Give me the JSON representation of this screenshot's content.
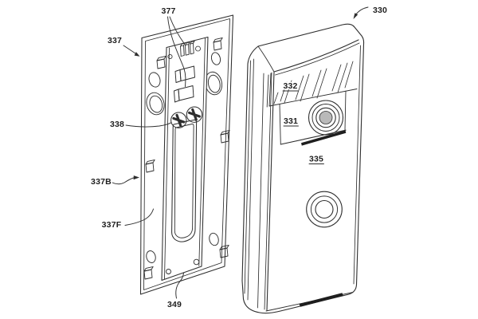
{
  "figure": {
    "background": "#ffffff",
    "ink_color": "#2e2e2e",
    "dark_fill": "#1e1e1e",
    "lens_fill": "#b9b9b9"
  },
  "ref_numerals": {
    "n377": "377",
    "n330": "330",
    "n337": "337",
    "n338": "338",
    "n332": "332",
    "n331": "331",
    "n335": "335",
    "n337B": "337B",
    "n337F": "337F",
    "n349": "349"
  }
}
